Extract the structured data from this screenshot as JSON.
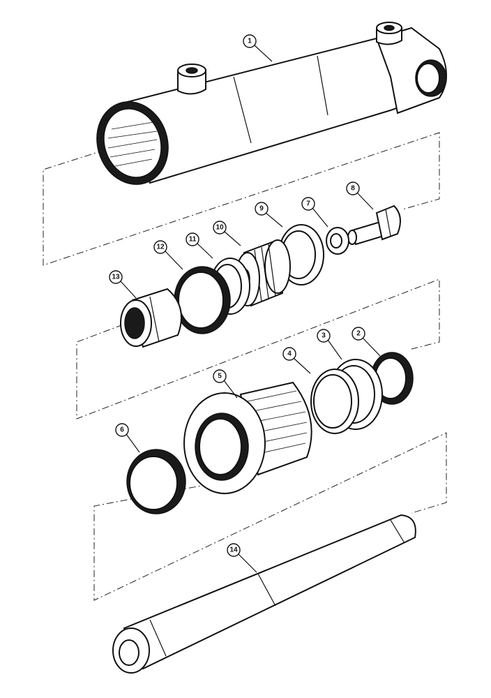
{
  "diagram": {
    "callouts": [
      {
        "id": "1"
      },
      {
        "id": "2"
      },
      {
        "id": "3"
      },
      {
        "id": "4"
      },
      {
        "id": "5"
      },
      {
        "id": "6"
      },
      {
        "id": "7"
      },
      {
        "id": "8"
      },
      {
        "id": "9"
      },
      {
        "id": "10"
      },
      {
        "id": "11"
      },
      {
        "id": "12"
      },
      {
        "id": "13"
      },
      {
        "id": "14"
      }
    ]
  }
}
